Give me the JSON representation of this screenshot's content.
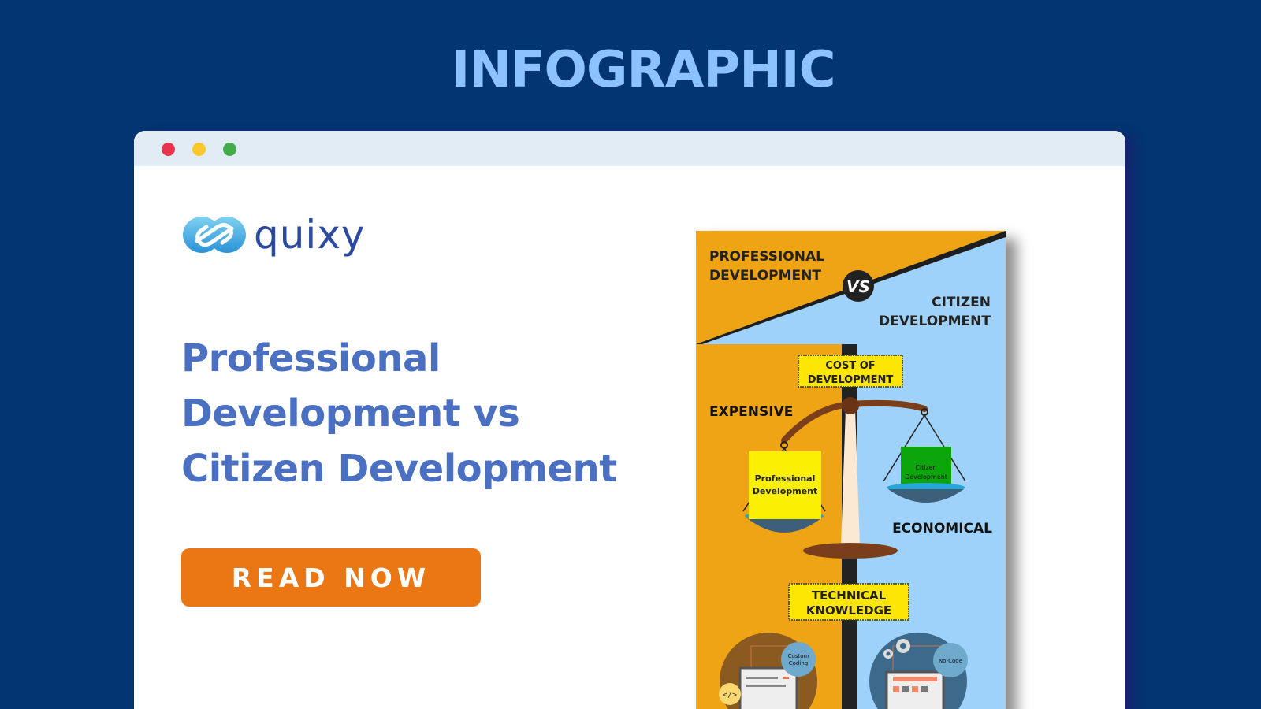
{
  "page": {
    "title": "INFOGRAPHIC",
    "background_color": "#033572",
    "title_color": "#8cc3ff"
  },
  "window": {
    "controls": [
      {
        "name": "close",
        "color": "#e8344e"
      },
      {
        "name": "minimize",
        "color": "#fbc72c"
      },
      {
        "name": "maximize",
        "color": "#43ab49"
      }
    ],
    "titlebar_color": "#e1ecf4"
  },
  "brand": {
    "logo_text": "quixy",
    "logo_color": "#2c4aa0",
    "mark_color": "#4cb4e6"
  },
  "headline": {
    "lines": [
      "Professional",
      "Development vs",
      "Citizen Development"
    ],
    "color": "#4b70c2"
  },
  "cta": {
    "label": "READ NOW",
    "color": "#ea7614"
  },
  "infographic": {
    "left_header": [
      "PROFESSIONAL",
      "DEVELOPMENT"
    ],
    "vs": "VS",
    "right_header": [
      "CITIZEN",
      "DEVELOPMENT"
    ],
    "sign_cost": [
      "COST OF",
      "DEVELOPMENT"
    ],
    "left_label": "EXPENSIVE",
    "right_label": "ECONOMICAL",
    "left_box": [
      "Professional",
      "Development"
    ],
    "right_box": [
      "Citizen",
      "Development"
    ],
    "sign_knowledge": [
      "TECHNICAL",
      "KNOWLEDGE"
    ],
    "left_bubble": [
      "Custom",
      "Coding"
    ],
    "right_bubble": "No-Code",
    "code_badge": "</>",
    "colors": {
      "left_bg": "#eea414",
      "right_bg": "#9ed2fa",
      "sign": "#fde504",
      "left_box": "#fbef04",
      "right_box": "#0ca60c",
      "beam": "#7a3f1a",
      "pole": "#222222"
    }
  }
}
